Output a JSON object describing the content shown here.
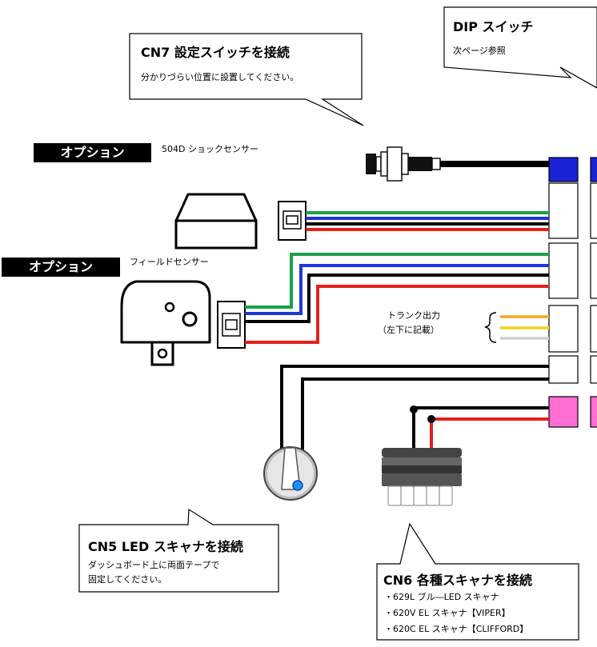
{
  "callouts": {
    "cn7": {
      "title": "CN7  設定スイッチを接続",
      "desc": "分かりづらい位置に設置してください。"
    },
    "dip": {
      "title": "DIP スイッチ",
      "desc": "次ページ参照"
    },
    "cn5": {
      "title": "CN5  LED スキャナを接続",
      "desc_lines": [
        "ダッシュボード上に両面テープで",
        "固定してください。"
      ]
    },
    "cn6": {
      "title": "CN6  各種スキャナを接続",
      "items": [
        "・629L  ブル―LED スキャナ",
        "・620V  EL スキャナ【VIPER】",
        "・620C  EL スキャナ【CLIFFORD】"
      ]
    }
  },
  "options": {
    "badge_label": "オプション",
    "shock_sensor": "504D  ショックセンサー",
    "field_sensor": "フィールドセンサー"
  },
  "trunk_output": {
    "line1": "トランク出力",
    "line2": "（左下に記載）"
  },
  "colors": {
    "green": "#1aa14a",
    "blue": "#1f35d8",
    "red": "#e3201b",
    "black": "#000000",
    "orange": "#f5a623",
    "yellow": "#f2d21b",
    "gray": "#cfcfcf",
    "connector_blue": "#1a22d6",
    "connector_pink": "#ff6ed2"
  }
}
